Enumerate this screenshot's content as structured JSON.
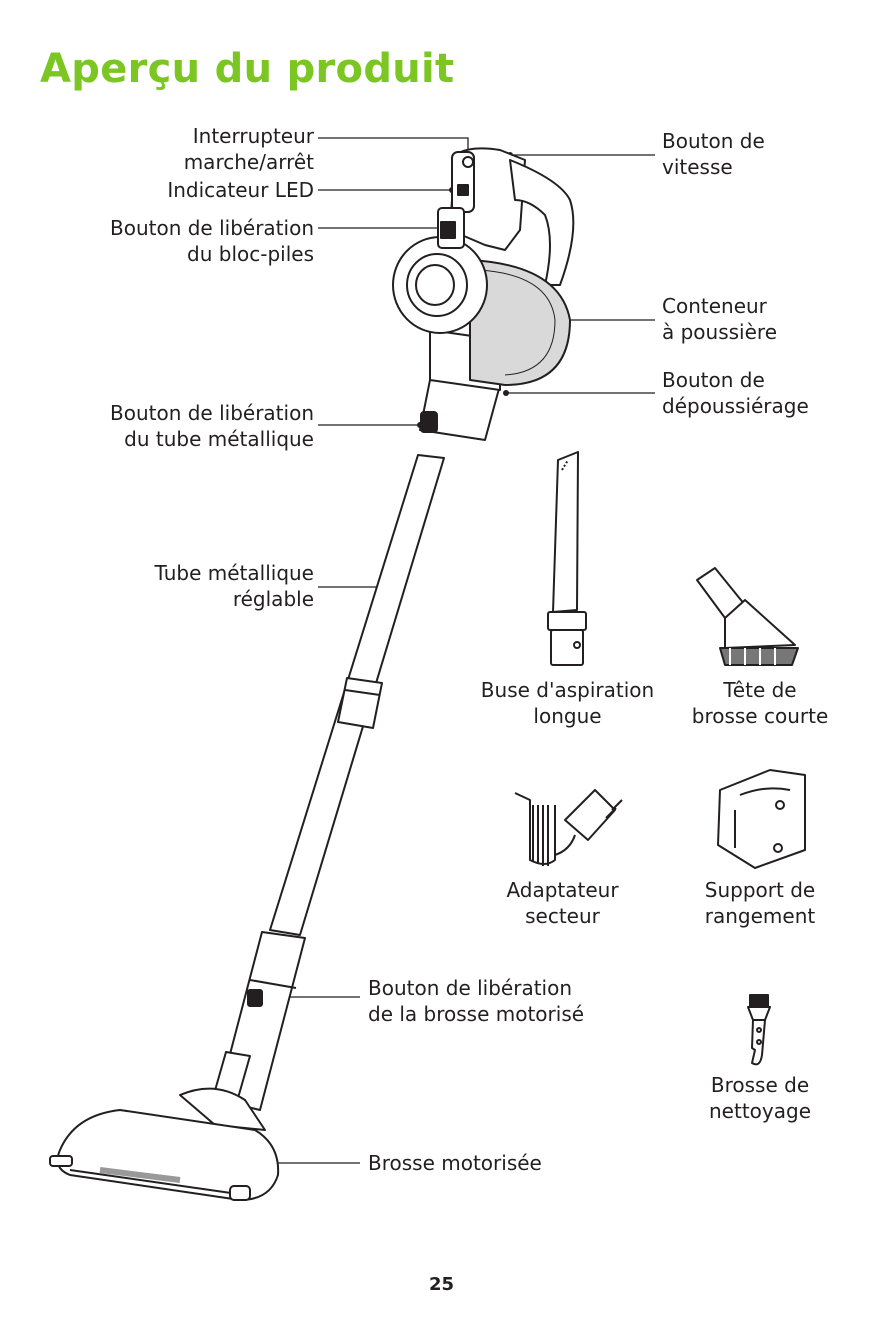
{
  "title": "Aperçu du produit",
  "labels": {
    "power_switch": [
      "Interrupteur",
      "marche/arrêt"
    ],
    "led": "Indicateur LED",
    "battery_release": [
      "Bouton de libération",
      "du bloc-piles"
    ],
    "speed_button": [
      "Bouton de",
      "vitesse"
    ],
    "dust_container": [
      "Conteneur",
      "à poussière"
    ],
    "dust_release": [
      "Bouton de",
      "dépoussiérage"
    ],
    "tube_release": [
      "Bouton de libération",
      "du tube métallique"
    ],
    "metal_tube": [
      "Tube métallique",
      "réglable"
    ],
    "crevice_tool": [
      "Buse d'aspiration",
      "longue"
    ],
    "short_brush": [
      "Tête de",
      "brosse courte"
    ],
    "adapter": [
      "Adaptateur",
      "secteur"
    ],
    "storage": [
      "Support de",
      "rangement"
    ],
    "motor_brush_release": [
      "Bouton de libération",
      "de la brosse motorisé"
    ],
    "cleaning_brush": [
      "Brosse de",
      "nettoyage"
    ],
    "motor_brush": "Brosse motorisée"
  },
  "page_number": "25",
  "colors": {
    "title": "#7cc623",
    "text": "#231f20",
    "container": "#d9d9d9"
  },
  "icons": [
    "vacuum-illustration",
    "crevice-tool-icon",
    "short-brush-head-icon",
    "power-adapter-icon",
    "storage-holder-icon",
    "cleaning-brush-icon"
  ]
}
